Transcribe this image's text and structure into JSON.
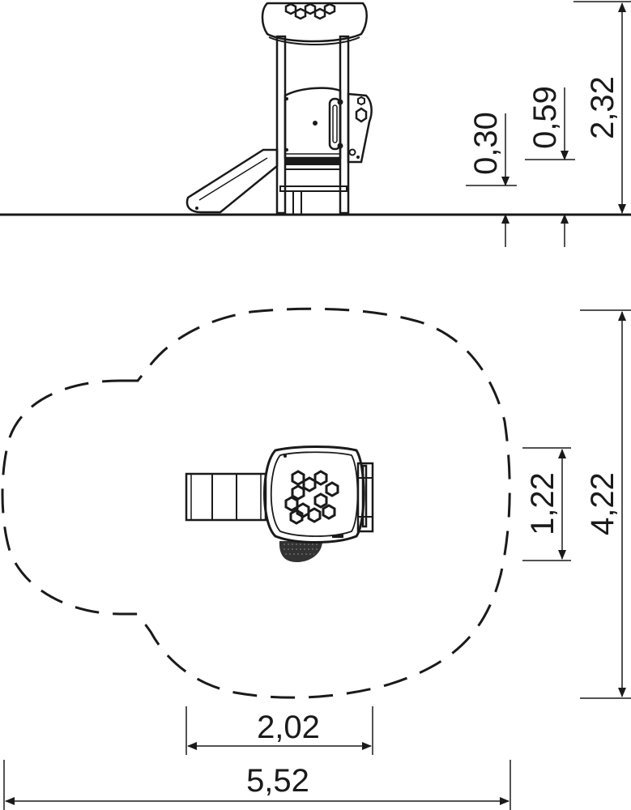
{
  "side_view": {
    "dimensions": {
      "platform_height": "0,30",
      "slide_height": "0,59",
      "total_height": "2,32"
    }
  },
  "top_view": {
    "dimensions": {
      "equipment_depth": "1,22",
      "safety_zone_depth": "4,22",
      "equipment_width": "2,02",
      "safety_zone_width": "5,52"
    }
  },
  "colors": {
    "line": "#1a1a1a",
    "background": "#ffffff",
    "panel_fill": "#f2f2f2"
  }
}
